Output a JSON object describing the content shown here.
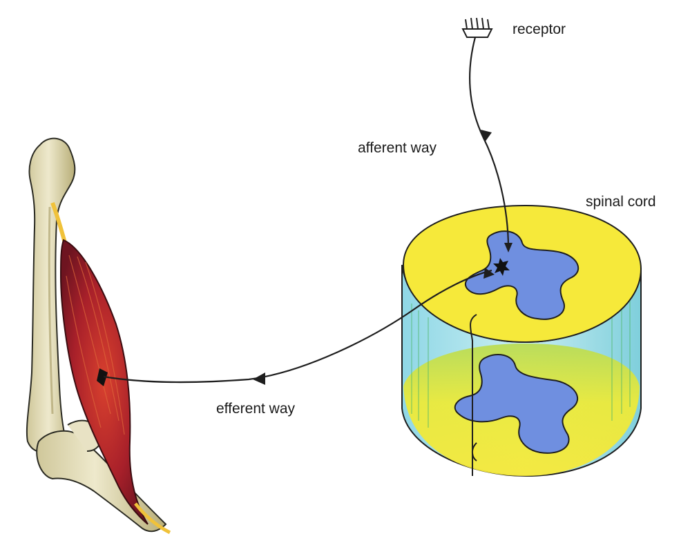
{
  "labels": {
    "receptor": "receptor",
    "afferent_way": "afferent way",
    "spinal_cord": "spinal cord",
    "efferent_way": "efferent way"
  },
  "colors": {
    "outline": "#1e1e1e",
    "cord_yellow": "#f6e93a",
    "grey_matter_blue": "#6f8fe0",
    "cord_side_cyan": "#8fd7e6",
    "cord_side_green": "#b3d95a",
    "muscle_red": "#b8262b",
    "bone": "#e6e0bf",
    "tendon": "#f0c23a"
  },
  "icons": {
    "receptor": "receptor-icon",
    "spinal_cord": "spinal-cord-icon",
    "muscle": "muscle-icon",
    "bone": "bone-icon"
  }
}
